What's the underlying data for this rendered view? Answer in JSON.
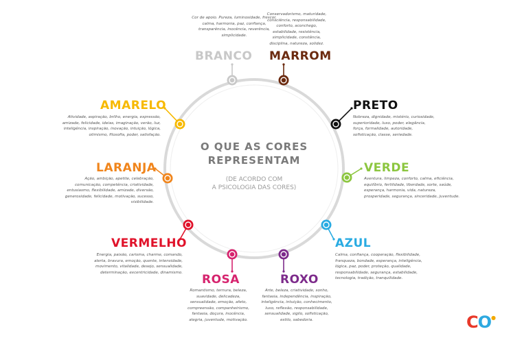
{
  "title": {
    "line1": "O QUE AS CORES",
    "line2": "REPRESENTAM",
    "sub1": "(DE ACORDO COM",
    "sub2": "A PSICOLOGIA DAS CORES)"
  },
  "colors": [
    {
      "key": "branco",
      "name": "BRANCO",
      "color": "#c8c8c8",
      "desc": "Cor de apoio. Pureza, luminosidade, frescor, calma, harmonia, paz, confiança, transparência, inocência, reverência, simplicidade."
    },
    {
      "key": "marrom",
      "name": "MARROM",
      "color": "#6b2a0f",
      "desc": "Conservadorismo, maturidade, consciência, responsabilidade, conforto, aconchego, estabilidade, resistência, simplicidade, constância, disciplina, natureza, solidez."
    },
    {
      "key": "preto",
      "name": "PRETO",
      "color": "#111111",
      "desc": "Nobreza, dignidade, mistério, curiosidade, superioridade, luxo, poder, elegância, força, formalidade, autoridade, sofisticação, classe, seriedade."
    },
    {
      "key": "verde",
      "name": "VERDE",
      "color": "#8cc63f",
      "desc": "Aventura, limpeza, conforto, calma, eficiência, equilíbrio, fertilidade, liberdade, sorte, saúde, esperança, harmonia, vida, natureza, prosperidade, segurança, sinceridade, juventude."
    },
    {
      "key": "azul",
      "name": "AZUL",
      "color": "#29abe2",
      "desc": "Calma, confiança, cooperação, flexibilidade, franqueza, bondade, esperança, inteligência, lógica, paz, poder, proteção, qualidade, responsabilidade, segurança, estabilidade, tecnologia, tradição, tranquilidade."
    },
    {
      "key": "roxo",
      "name": "ROXO",
      "color": "#7d2b8b",
      "desc": "Arte, beleza, criatividade, sonho, fantasia, independência, inspiração, inteligência, intuição, conhecimento, luxo, reflexão, responsabilidade, sensualidade, sigilo, sofisticação, estilo, sabedoria."
    },
    {
      "key": "rosa",
      "name": "ROSA",
      "color": "#d6246e",
      "desc": "Romantismo, ternura, beleza, suavidade, delicadeza, sensualidade, emoção, afeto, compreensão, companheirismo, fantasia, doçura, inocência, alegria, juventude, motivação."
    },
    {
      "key": "vermelho",
      "name": "VERMELHO",
      "color": "#e0122a",
      "desc": "Energia, paixão, carisma, charme, comando, alerta, bravura, emoção, quente, intensidade, movimento, vitalidade, desejo, sensualidade, determinação, excentricidade, dinamismo."
    },
    {
      "key": "laranja",
      "name": "LARANJA",
      "color": "#f0851c",
      "desc": "Ação, ambição, apetite, celebração, comunicação, competência, criatividade, entusiasmo, flexibilidade, amizade, diversão, generosidade, felicidade, motivação, sucesso, visibilidade."
    },
    {
      "key": "amarelo",
      "name": "AMARELO",
      "color": "#f7b900",
      "desc": "Atividade, aspiração, brilho, energia, expressão, amizade, felicidade, ideias, imaginação, verão, luz, inteligência, inspiração, inovação, intuição, lógica, otimismo, filosofia, poder, satisfação."
    }
  ],
  "logo": {
    "c": "C",
    "o": "O",
    "dot": "●"
  }
}
